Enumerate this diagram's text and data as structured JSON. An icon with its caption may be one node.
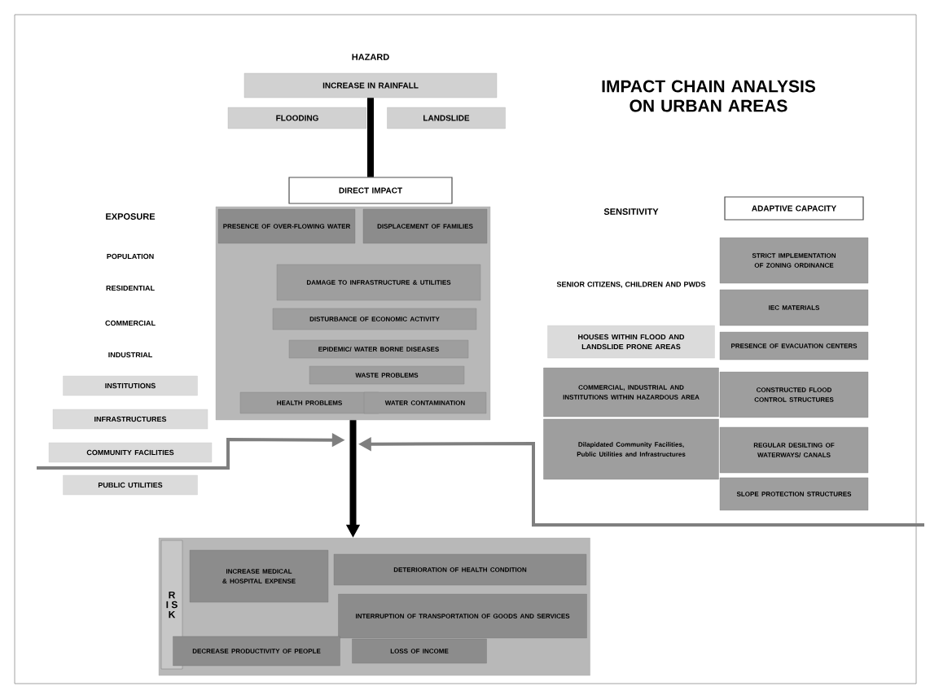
{
  "diagram": {
    "title": "IMPACT CHAIN ANALYSIS ON URBAN AREAS",
    "nodes": [
      {
        "text": [
          "INCREASE IN RAINFALL"
        ]
      },
      {
        "text": [
          "FLOODING"
        ]
      },
      {
        "text": [
          "LANDSLIDE"
        ]
      },
      {
        "text": [
          "DIRECT IMPACT"
        ]
      },
      {
        "text": [],
        "shape": "box"
      },
      {
        "text": [
          "PRESENCE OF OVER-FLOWING WATER"
        ],
        "in": 4
      },
      {
        "text": [
          "DISPLACEMENT OF FAMILIES"
        ],
        "in": 4
      },
      {
        "text": [
          "DAMAGE TO INFRASTRUCTURE & UTILITIES"
        ],
        "in": 4
      },
      {
        "text": [
          "DISTURBANCE OF ECONOMIC ACTIVITY"
        ],
        "in": 4
      },
      {
        "text": [
          "EPIDEMIC/ WATER BORNE DISEASES"
        ],
        "in": 4
      },
      {
        "text": [
          "WASTE PROBLEMS"
        ],
        "in": 4
      },
      {
        "text": [
          "HEALTH PROBLEMS"
        ],
        "in": 4
      },
      {
        "text": [
          "WATER CONTAMINATION"
        ],
        "in": 4
      },
      {
        "text": [
          "INSTITUTIONS"
        ]
      },
      {
        "text": [
          "INFRASTRUCTURES"
        ]
      },
      {
        "text": [
          "COMMUNITY FACILITIES"
        ]
      },
      {
        "text": [
          "PUBLIC UTILITIES"
        ]
      },
      {
        "text": [
          "HOUSES WITHIN FLOOD AND LANDSLIDE PRONE AREAS"
        ]
      },
      {
        "text": [
          "COMMERCIAL, INDUSTRIAL AND INSTITUTIONS WITHIN HAZARDOUS AREA"
        ]
      },
      {
        "text": [
          "Dilapidated Community Facilities, Public Utilities and Infrastructures"
        ]
      },
      {
        "text": [
          "ADAPTIVE CAPACITY"
        ]
      },
      {
        "text": [
          "STRICT IMPLEMENTATION OF ZONING ORDINANCE"
        ]
      },
      {
        "text": [
          "IEC MATERIALS"
        ]
      },
      {
        "text": [
          "PRESENCE OF EVACUATION CENTERS"
        ]
      },
      {
        "text": [
          "CONSTRUCTED FLOOD CONTROL STRUCTURES"
        ]
      },
      {
        "text": [
          "REGULAR DESILTING OF WATERWAYS/ CANALS"
        ]
      },
      {
        "text": [
          "SLOPE PROTECTION STRUCTURES"
        ]
      },
      {
        "text": [],
        "shape": "box"
      },
      {
        "text": [
          "R I S K"
        ],
        "in": 27
      },
      {
        "text": [
          "INCREASE MEDICAL & HOSPITAL EXPENSE"
        ],
        "in": 27
      },
      {
        "text": [
          "DETERIORATION OF HEALTH CONDITION"
        ],
        "in": 27
      },
      {
        "text": [
          "INTERRUPTION OF TRANSPORTATION OF GOODS AND SERVICES"
        ],
        "in": 27
      },
      {
        "text": [
          "DECREASE PRODUCTIVITY OF PEOPLE"
        ],
        "in": 27
      },
      {
        "text": [
          "LOSS OF INCOME"
        ],
        "in": 27
      }
    ],
    "edges": [
      {
        "from": 0,
        "to": 3,
        "arrow": "none",
        "style": "thick"
      },
      {
        "from": 4,
        "to": 27,
        "arrow": "to",
        "style": "thick"
      },
      {
        "from": null,
        "to": 27,
        "arrow": "to",
        "color": "#7f7f7f"
      },
      {
        "from": null,
        "to": 27,
        "arrow": "to",
        "color": "#7f7f7f"
      }
    ],
    "labels": [
      "HAZARD",
      "EXPOSURE",
      "POPULATION",
      "RESIDENTIAL",
      "COMMERCIAL",
      "INDUSTRIAL",
      "SENSITIVITY",
      "SENIOR CITIZENS, CHILDREN AND PWDS"
    ]
  }
}
